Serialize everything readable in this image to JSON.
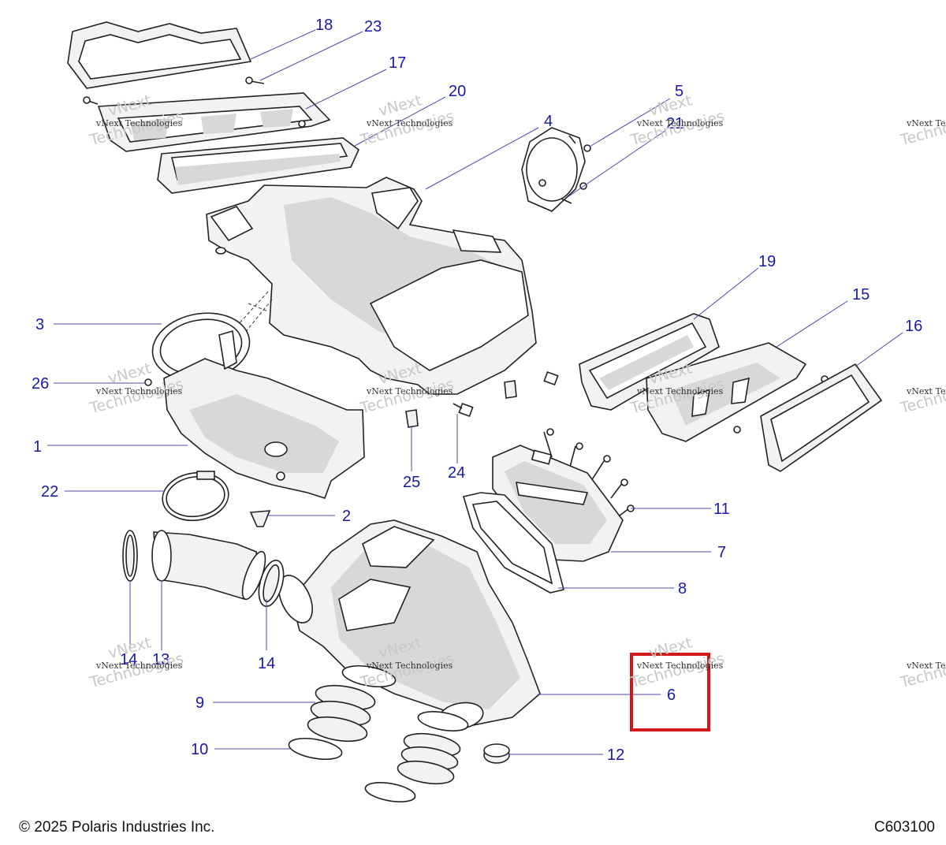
{
  "footer": {
    "copyright": "© 2025 Polaris Industries Inc.",
    "diagram_id": "C603100"
  },
  "watermark": {
    "line1": "vNext Technologies",
    "line2": "Technologies",
    "line3": "vNext"
  },
  "callouts": {
    "c1": "1",
    "c2": "2",
    "c3": "3",
    "c4": "4",
    "c5": "5",
    "c6": "6",
    "c7": "7",
    "c8": "8",
    "c9": "9",
    "c10": "10",
    "c11": "11",
    "c12": "12",
    "c13": "13",
    "c14a": "14",
    "c14b": "14",
    "c15": "15",
    "c16": "16",
    "c17": "17",
    "c18": "18",
    "c19": "19",
    "c20": "20",
    "c21": "21",
    "c22": "22",
    "c23": "23",
    "c24": "24",
    "c25": "25",
    "c26": "26"
  },
  "colors": {
    "callout_text": "#1a1aa6",
    "highlight_box": "#d0191b"
  }
}
